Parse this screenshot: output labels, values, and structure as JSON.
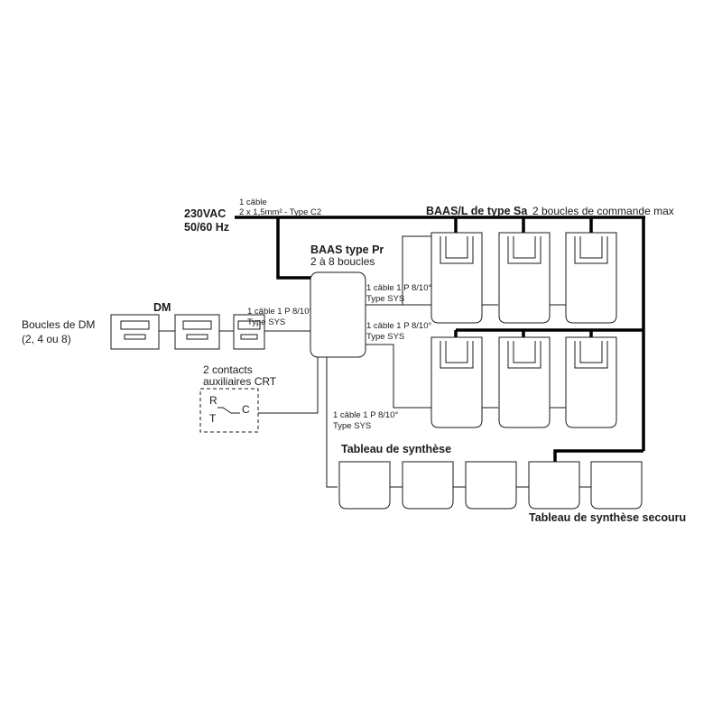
{
  "power": {
    "voltage": "230VAC",
    "frequency": "50/60 Hz",
    "cable_line1": "1 câble",
    "cable_line2": "2 x 1,5mm² - Type C2"
  },
  "dm": {
    "title": "DM",
    "loops_line1": "Boucles de DM",
    "loops_line2": "(2, 4 ou 8)",
    "cable_line1": "1 câble 1 P 8/10°",
    "cable_line2": "Type SYS",
    "device_count": 3
  },
  "baas_pr": {
    "title": "BAAS type Pr",
    "subtitle": "2 à 8 boucles"
  },
  "crt": {
    "title_line1": "2 contacts",
    "title_line2": "auxiliaires CRT",
    "label_r": "R",
    "label_t": "T",
    "label_c": "C"
  },
  "baas_sa": {
    "title": "BAAS/L de type Sa",
    "loops_note": "2 boucles de commande max",
    "rows": 2,
    "units_per_row": 3,
    "cable_row1_line1": "1 câble 1 P 8/10°",
    "cable_row1_line2": "Type SYS",
    "cable_row2_line1": "1 câble 1 P 8/10°",
    "cable_row2_line2": "Type SYS"
  },
  "synthesis": {
    "title": "Tableau de synthèse",
    "cable_line1": "1 câble 1 P 8/10°",
    "cable_line2": "Type SYS",
    "panel_count": 3
  },
  "synthesis_backup": {
    "title": "Tableau de synthèse secouru",
    "panel_count": 2
  }
}
